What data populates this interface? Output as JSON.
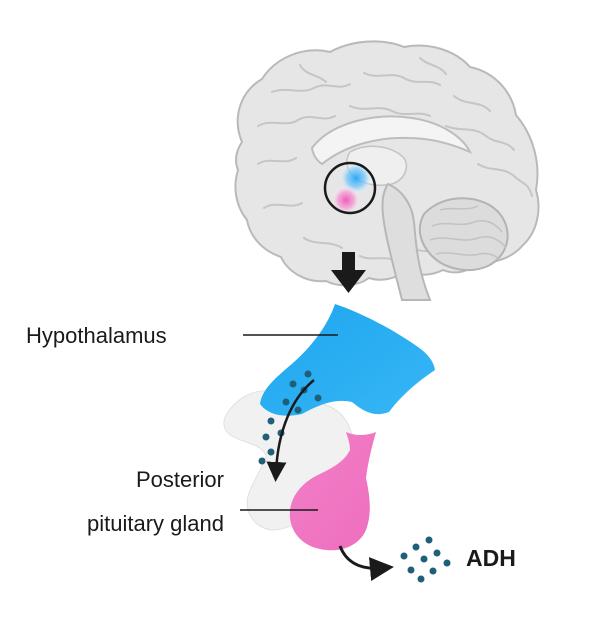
{
  "labels": {
    "hypothalamus": "Hypothalamus",
    "posterior_line1": "Posterior",
    "posterior_line2": "pituitary gland",
    "hormone": "ADH"
  },
  "colors": {
    "hypothalamus": "#29aaf0",
    "pituitary": "#f07bc4",
    "hormone_dots": "#1f5f7a",
    "arrows": "#1a1a1a",
    "brain_fill": "#e6e6e6",
    "brain_stroke": "#b9b9b9"
  },
  "icons": {
    "down_arrow": "down-arrow-icon",
    "release_arrow": "curved-arrow-icon",
    "transport_arrow": "curved-arrow-icon"
  }
}
